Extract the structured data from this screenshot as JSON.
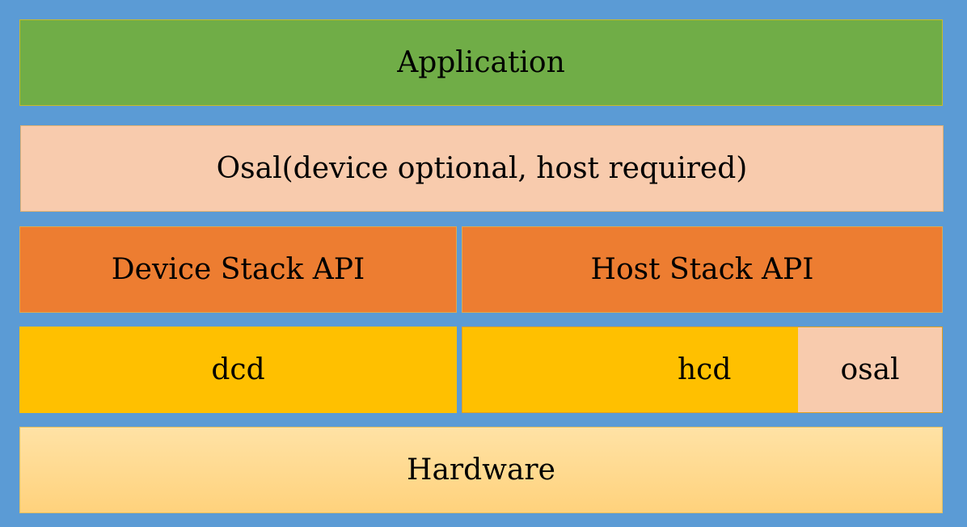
{
  "layers": {
    "application": "Application",
    "osal_top": "Osal(device optional, host required)",
    "device_stack_api": "Device Stack API",
    "host_stack_api": "Host Stack API",
    "dcd": "dcd",
    "hcd": "hcd",
    "osal": "osal",
    "hardware": "Hardware"
  },
  "colors": {
    "background": "#5b9bd5",
    "application": "#70ad47",
    "osal": "#f8cbad",
    "stack_api": "#ed7d31",
    "driver": "#ffc000",
    "hardware": "#ffd27c"
  }
}
